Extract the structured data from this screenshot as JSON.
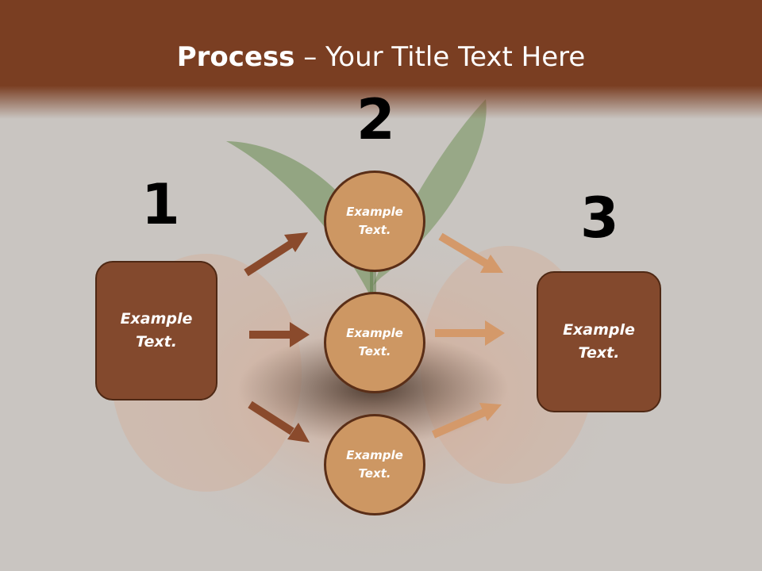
{
  "title": {
    "bold": "Process",
    "rest": " – Your Title Text Here"
  },
  "steps": [
    {
      "number": "1",
      "label": "Example Text."
    },
    {
      "number": "2",
      "circles": [
        "Example Text.",
        "Example Text.",
        "Example Text."
      ]
    },
    {
      "number": "3",
      "label": "Example Text."
    }
  ],
  "colors": {
    "header": "#7a3e22",
    "box_fill": "#83492d",
    "circle_fill": "#cd9763",
    "arrow_dark": "#8a4a2c",
    "arrow_light": "#d4996a"
  }
}
